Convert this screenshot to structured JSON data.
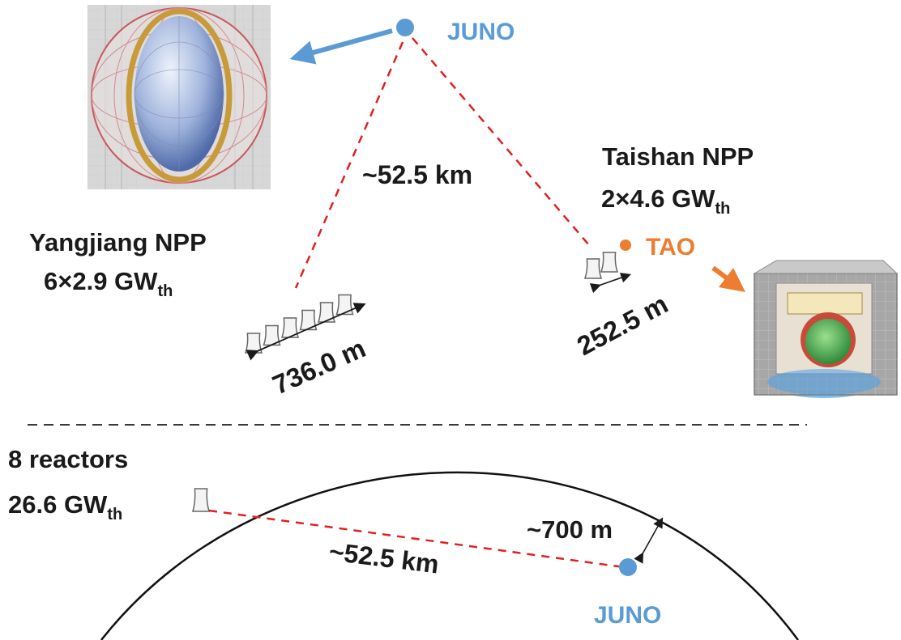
{
  "top": {
    "juno_label": "JUNO",
    "baseline_label": "~52.5 km",
    "yangjiang": {
      "name": "Yangjiang NPP",
      "power_prefix": "6×2.9 GW",
      "power_sub": "th",
      "spacing": "736.0 m"
    },
    "taishan": {
      "name": "Taishan NPP",
      "power_prefix": "2×4.6 GW",
      "power_sub": "th",
      "spacing": "252.5 m"
    },
    "tao_label": "TAO"
  },
  "bottom": {
    "reactors_count": "8 reactors",
    "total_power_prefix": "26.6 GW",
    "total_power_sub": "th",
    "baseline_label": "~52.5 km",
    "depth_label": "~700 m",
    "juno_label": "JUNO"
  },
  "colors": {
    "juno_blue": "#5b9bd5",
    "tao_orange": "#ed7d31",
    "baseline_red": "#e02020",
    "text_dark": "#1a1a1a"
  }
}
